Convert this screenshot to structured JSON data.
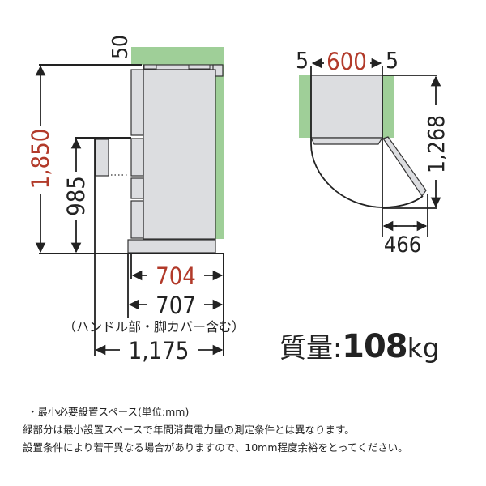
{
  "colors": {
    "accent_red": "#b23a2a",
    "line": "#222222",
    "body_gray": "#dcdde0",
    "clearance_green": "#9fcf98"
  },
  "side_view": {
    "top_clearance": "50",
    "total_height": "1,850",
    "handle_height": "985",
    "depth_body": "704",
    "depth_with_handle": "707",
    "depth_note": "（ハンドル部・脚カバー含む）",
    "depth_door_open": "1,175"
  },
  "top_view": {
    "left_clearance": "5",
    "width": "600",
    "right_clearance": "5",
    "door_swing_depth": "1,268",
    "door_swing_width": "466"
  },
  "weight": {
    "label": "質量:",
    "value": "108",
    "unit": "kg"
  },
  "notes": [
    "・最小必要設置スペース(単位:mm)",
    "緑部分は最小設置スペースで年間消費電力量の測定条件とは異なります。",
    "設置条件により若干異なる場合がありますので、10mm程度余裕をとってください。"
  ]
}
